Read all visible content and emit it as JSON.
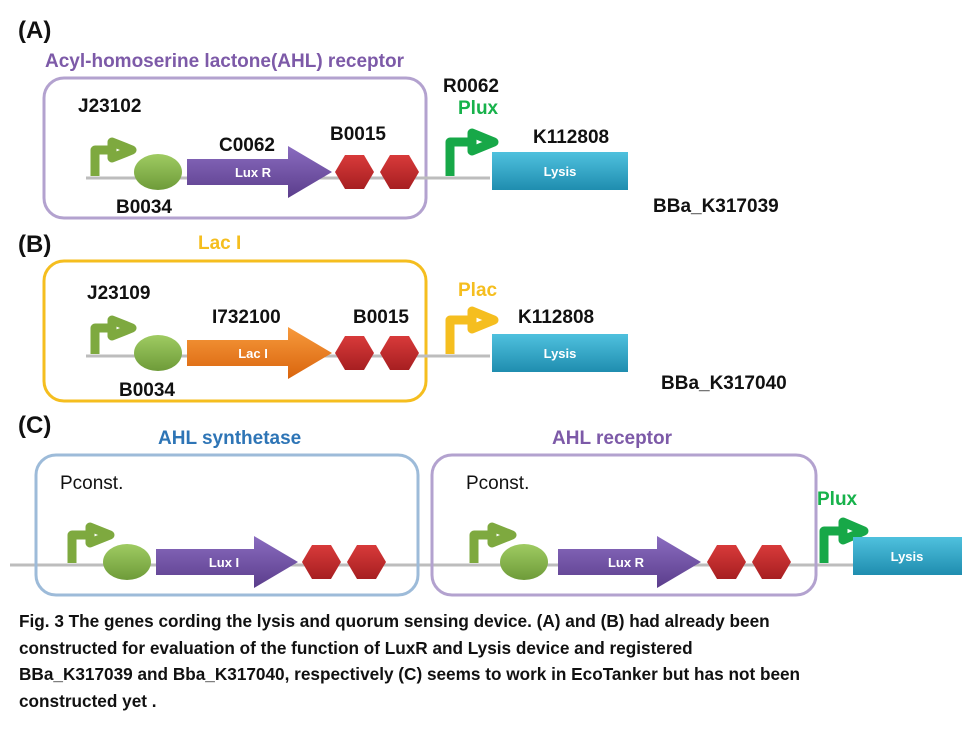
{
  "colors": {
    "purple": "#7d5aa8",
    "orange_yellow": "#f5be1f",
    "blue": "#2e75b6",
    "green_text": "#17b24b",
    "cyan_block": "#2ea7c6",
    "red_terminator": "#c0292b",
    "promoter_green": "#8cbb4f",
    "lacI_orange": "#ee7d1f"
  },
  "panel_a": {
    "section_label": "(A)",
    "box_title": "Acyl-homoserine lactone(AHL) receptor",
    "promoter": "J23102",
    "rbs": "B0034",
    "gene_id": "C0062",
    "gene_label": "Lux R",
    "terminator": "B0015",
    "plux_id": "R0062",
    "plux_label": "Plux",
    "lysis_id": "K112808",
    "lysis_label": "Lysis",
    "part_id": "BBa_K317039"
  },
  "panel_b": {
    "section_label": "(B)",
    "box_title": "Lac I",
    "promoter": "J23109",
    "rbs": "B0034",
    "gene_id": "I732100",
    "gene_label": "Lac I",
    "terminator": "B0015",
    "plac_label": "Plac",
    "lysis_id": "K112808",
    "lysis_label": "Lysis",
    "part_id": "BBa_K317040"
  },
  "panel_c": {
    "section_label": "(C)",
    "left_title": "AHL synthetase",
    "left_promoter": "Pconst.",
    "left_gene_label": "Lux I",
    "right_title": "AHL receptor",
    "right_promoter": "Pconst.",
    "right_gene_label": "Lux R",
    "plux_label": "Plux",
    "lysis_label": "Lysis"
  },
  "caption": {
    "line1": "Fig. 3 The genes cording the lysis and quorum sensing device. (A) and (B) had already  been",
    "line2": "constructed for evaluation of the function of LuxR and Lysis device and registered",
    "line3": "BBa_K317039 and Bba_K317040, respectively (C) seems to work in EcoTanker but has not been",
    "line4": "constructed yet ."
  }
}
